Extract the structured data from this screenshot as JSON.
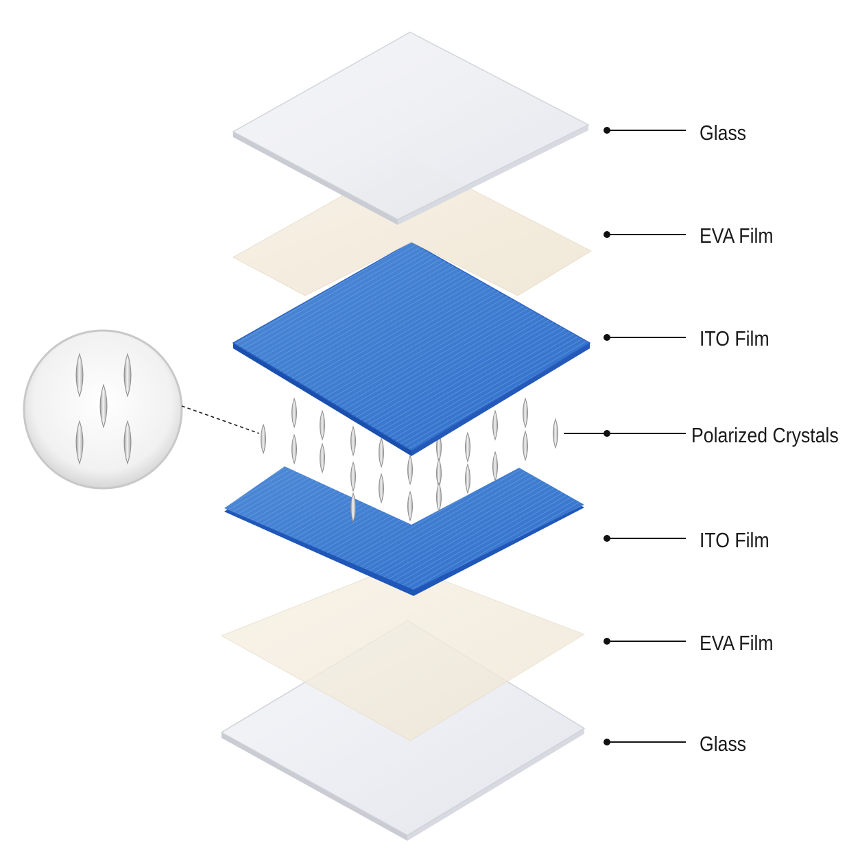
{
  "layers": [
    {
      "id": "glass-top",
      "label": "Glass",
      "material": "glass"
    },
    {
      "id": "eva-top",
      "label": "EVA Film",
      "material": "eva"
    },
    {
      "id": "ito-top",
      "label": "ITO Film",
      "material": "ito"
    },
    {
      "id": "crystals",
      "label": "Polarized Crystals",
      "material": "crystal"
    },
    {
      "id": "ito-bottom",
      "label": "ITO Film",
      "material": "ito"
    },
    {
      "id": "eva-bottom",
      "label": "EVA Film",
      "material": "eva"
    },
    {
      "id": "glass-bottom",
      "label": "Glass",
      "material": "glass"
    }
  ],
  "colors": {
    "glass": "#eceef3",
    "eva": "#f3ecdd",
    "ito": "#3f7fd0",
    "ito_edge": "#1f56b8",
    "crystal": "#d9d9d9",
    "leader": "#111111",
    "magnifier": "#f0f0f0"
  }
}
